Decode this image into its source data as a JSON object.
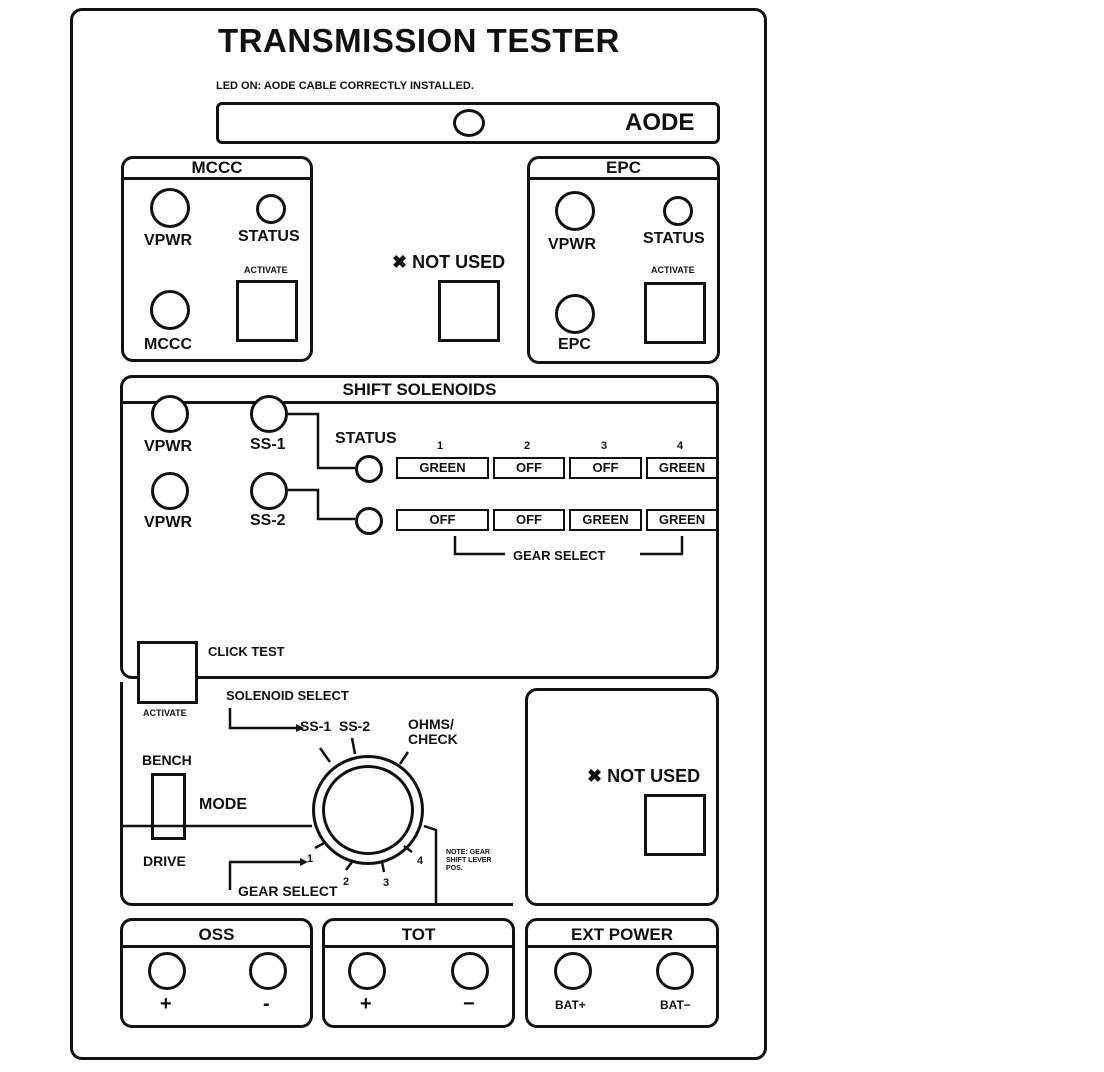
{
  "title": "TRANSMISSION TESTER",
  "led_note": "LED ON: AODE CABLE CORRECTLY INSTALLED.",
  "aode_label": "AODE",
  "mccc": {
    "header": "MCCC",
    "vpwr": "VPWR",
    "status": "STATUS",
    "activate": "ACTIVATE",
    "mccc": "MCCC"
  },
  "not_used_top": "✖ NOT USED",
  "epc": {
    "header": "EPC",
    "vpwr": "VPWR",
    "status": "STATUS",
    "activate": "ACTIVATE",
    "epc": "EPC"
  },
  "shift": {
    "header": "SHIFT SOLENOIDS",
    "vpwr1": "VPWR",
    "ss1": "SS-1",
    "vpwr2": "VPWR",
    "ss2": "SS-2",
    "status": "STATUS",
    "gear_numbers": [
      "1",
      "2",
      "3",
      "4"
    ],
    "row1": [
      "GREEN",
      "OFF",
      "OFF",
      "GREEN"
    ],
    "row2": [
      "OFF",
      "OFF",
      "GREEN",
      "GREEN"
    ],
    "gear_select": "GEAR SELECT"
  },
  "click_test": {
    "label": "CLICK TEST",
    "activate": "ACTIVATE"
  },
  "solenoid_select": "SOLENOID SELECT",
  "dial": {
    "ss1": "SS-1",
    "ss2": "SS-2",
    "ohms": "OHMS/",
    "check": "CHECK",
    "g1": "1",
    "g2": "2",
    "g3": "3",
    "g4": "4",
    "gear_select": "GEAR SELECT"
  },
  "mode": {
    "bench": "BENCH",
    "mode": "MODE",
    "drive": "DRIVE"
  },
  "note": [
    "NOTE: GEAR",
    "SHIFT LEVER",
    "POS."
  ],
  "not_used_bottom": "✖ NOT USED",
  "oss": {
    "header": "OSS",
    "plus": "+",
    "minus": "-"
  },
  "tot": {
    "header": "TOT",
    "plus": "+",
    "minus": "−"
  },
  "ext": {
    "header": "EXT POWER",
    "plus": "BAT+",
    "minus": "BAT−"
  }
}
